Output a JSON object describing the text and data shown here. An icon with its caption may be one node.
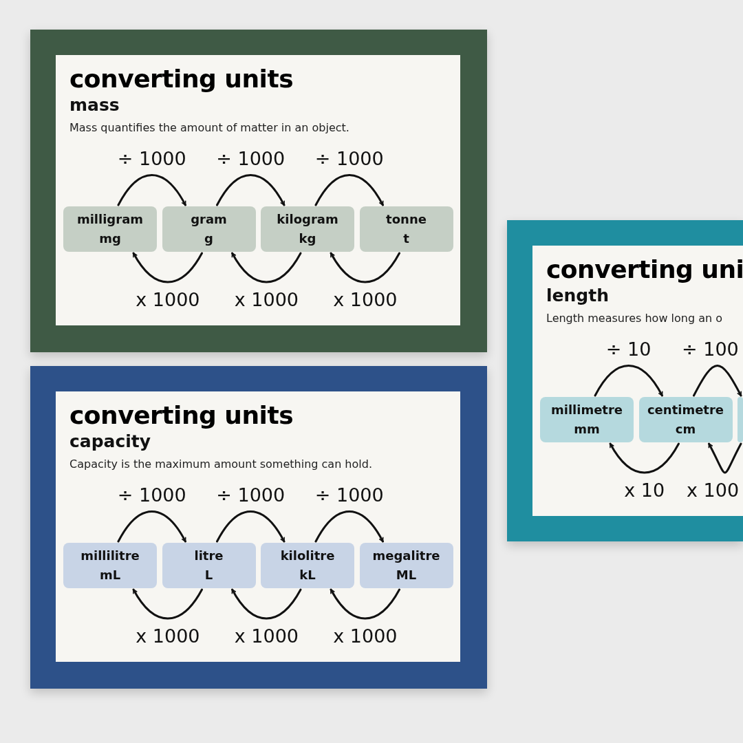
{
  "diagram": {
    "nodes": [
      {
        "text": [
          "converting units",
          "mass",
          "Mass quantifies the amount of matter in an object."
        ]
      },
      {
        "text": [
          "milligram",
          "mg"
        ],
        "in": 0
      },
      {
        "text": [
          "gram",
          "g"
        ],
        "in": 0
      },
      {
        "text": [
          "kilogram",
          "kg"
        ],
        "in": 0
      },
      {
        "text": [
          "tonne",
          "t"
        ],
        "in": 0
      },
      {
        "text": [
          "converting units",
          "capacity",
          "Capacity is the maximum amount something can hold."
        ]
      },
      {
        "text": [
          "millilitre",
          "mL"
        ],
        "in": 5
      },
      {
        "text": [
          "litre",
          "L"
        ],
        "in": 5
      },
      {
        "text": [
          "kilolitre",
          "kL"
        ],
        "in": 5
      },
      {
        "text": [
          "megalitre",
          "ML"
        ],
        "in": 5
      },
      {
        "text": [
          "converting uni",
          "length",
          "Length measures how long an o"
        ]
      },
      {
        "text": [
          "millimetre",
          "mm"
        ],
        "in": 10
      },
      {
        "text": [
          "centimetre",
          "cm"
        ],
        "in": 10
      },
      {
        "text": [],
        "shape": "box",
        "in": 10
      }
    ],
    "edges": [
      {
        "from": 1,
        "to": 2,
        "arrow": "to",
        "label": "÷ 1000"
      },
      {
        "from": 2,
        "to": 3,
        "arrow": "to",
        "label": "÷ 1000"
      },
      {
        "from": 3,
        "to": 4,
        "arrow": "to",
        "label": "÷ 1000"
      },
      {
        "from": 2,
        "to": 1,
        "arrow": "to",
        "label": "x 1000"
      },
      {
        "from": 3,
        "to": 2,
        "arrow": "to",
        "label": "x 1000"
      },
      {
        "from": 4,
        "to": 3,
        "arrow": "to",
        "label": "x 1000"
      },
      {
        "from": 6,
        "to": 7,
        "arrow": "to",
        "label": "÷ 1000"
      },
      {
        "from": 7,
        "to": 8,
        "arrow": "to",
        "label": "÷ 1000"
      },
      {
        "from": 8,
        "to": 9,
        "arrow": "to",
        "label": "÷ 1000"
      },
      {
        "from": 7,
        "to": 6,
        "arrow": "to",
        "label": "x 1000"
      },
      {
        "from": 8,
        "to": 7,
        "arrow": "to",
        "label": "x 1000"
      },
      {
        "from": 9,
        "to": 8,
        "arrow": "to",
        "label": "x 1000"
      },
      {
        "from": 11,
        "to": 12,
        "arrow": "to",
        "label": "÷ 10"
      },
      {
        "from": 12,
        "to": 13,
        "arrow": "to",
        "label": "÷ 100"
      },
      {
        "from": 12,
        "to": 11,
        "arrow": "to",
        "label": "x 10"
      },
      {
        "from": 13,
        "to": 12,
        "arrow": "to",
        "label": "x 100"
      }
    ]
  }
}
